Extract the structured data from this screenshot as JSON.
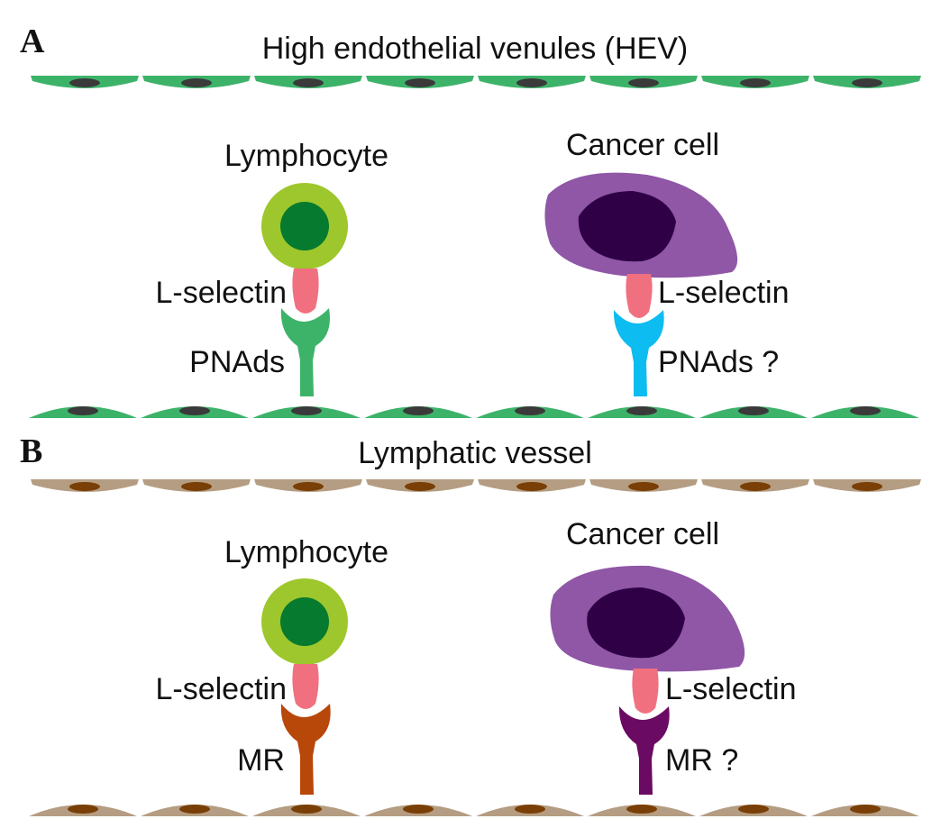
{
  "colors": {
    "hev_cell": "#3db36a",
    "hev_nucleus": "#3a3a3a",
    "lymph_cell": "#b49d82",
    "lymph_nucleus": "#7a3f06",
    "lymphocyte_outer": "#9dc72c",
    "lymphocyte_inner": "#067a2e",
    "cancer_cell": "#8f57a6",
    "cancer_nucleus": "#2f0046",
    "l_selectin": "#f07080",
    "pnad_lymphocyte": "#3db36a",
    "pnad_cancer": "#0dbcf0",
    "mr_lymphocyte": "#b8470a",
    "mr_cancer": "#6b0a62"
  },
  "panel_a": {
    "letter": "A",
    "title": "High endothelial venules (HEV)",
    "lymphocyte_label": "Lymphocyte",
    "cancer_label": "Cancer cell",
    "lymphocyte_selectin_label": "L-selectin",
    "lymphocyte_receptor_label": "PNAds",
    "cancer_selectin_label": "L-selectin",
    "cancer_receptor_label": "PNAds ?"
  },
  "panel_b": {
    "letter": "B",
    "title": "Lymphatic vessel",
    "lymphocyte_label": "Lymphocyte",
    "cancer_label": "Cancer cell",
    "lymphocyte_selectin_label": "L-selectin",
    "lymphocyte_receptor_label": "MR",
    "cancer_selectin_label": "L-selectin",
    "cancer_receptor_label": "MR ?"
  }
}
